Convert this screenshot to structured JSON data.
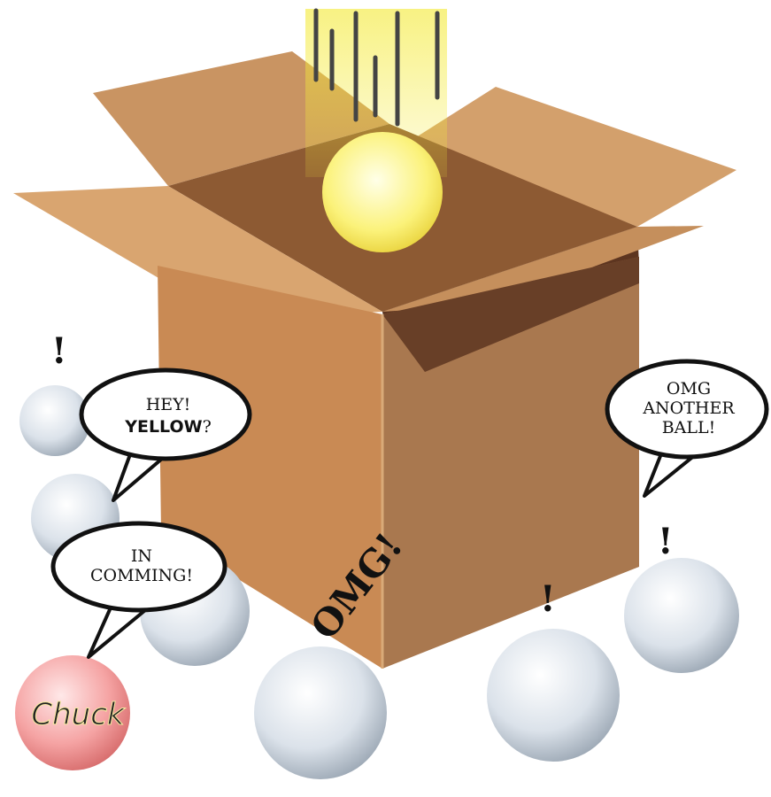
{
  "bubbles": {
    "left_top": {
      "line1": "HEY!",
      "line2_bold": "YELLOW",
      "line2_rest": "?"
    },
    "left_bottom": {
      "line1": "IN",
      "line2": "COMMING!"
    },
    "right": {
      "line1": "OMG",
      "line2": "ANOTHER",
      "line3": "BALL!"
    }
  },
  "box_text": "OMG!",
  "ball_name": "Chuck",
  "exclamation": "!",
  "colors": {
    "box_front": "#c98a54",
    "box_right": "#a9784f",
    "ball_white": "#e6ecf2",
    "ball_pink": "#f4a6a6",
    "ball_yellow": "#fbf48a"
  }
}
